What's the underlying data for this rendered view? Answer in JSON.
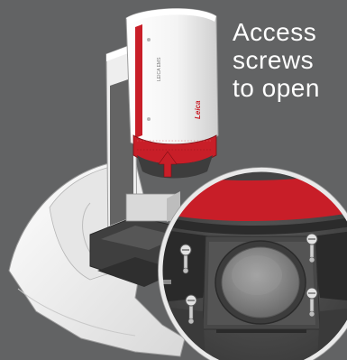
{
  "instruction": {
    "lines": [
      "Access",
      "screws",
      "to open"
    ]
  },
  "microscope": {
    "brand_label": "Leica",
    "model_label": "LEICA EMS"
  },
  "colors": {
    "background": "#626364",
    "text": "#ffffff",
    "accent_red": "#c81e28",
    "body_white": "#f2f2f2"
  },
  "icons": [
    "arrow-up-icon",
    "screw-icon",
    "zoom-circle-icon"
  ]
}
